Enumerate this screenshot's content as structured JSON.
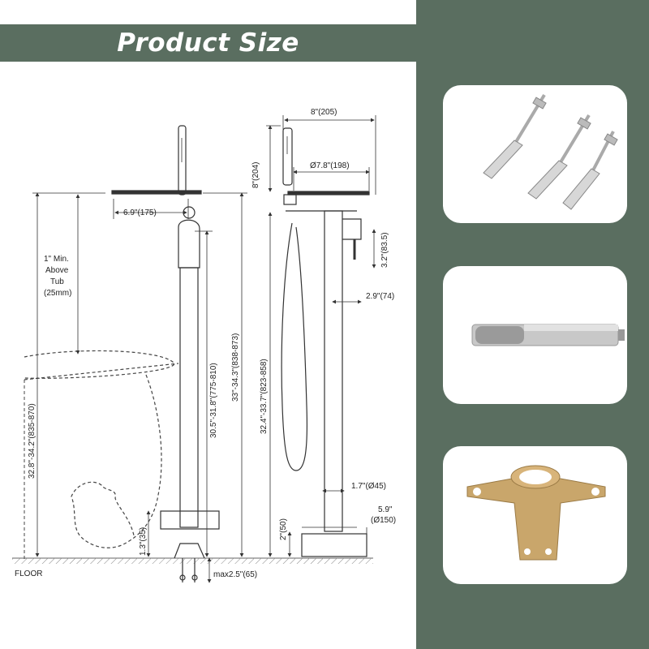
{
  "banner": {
    "title": "Product Size"
  },
  "dimensions": {
    "d1": "8\"(205)",
    "d2": "8\"(204)",
    "d3": "Ø7.8\"(198)",
    "d4": "6.9\"(175)",
    "d5": "3.2\"(83.5)",
    "d6": "2.9\"(74)",
    "d7": "1.7\"(Ø45)",
    "d8_line1": "5.9\"",
    "d8_line2": "(Ø150)",
    "d9": "2\"(50)",
    "d10": "1.3\"(35)",
    "d11": "max2.5\"(65)",
    "h1": "32.8\"-34.2\"(835-870)",
    "h2": "30.5\"-31.8\"(775-810)",
    "h3": "33\"-34.3\"(838-873)",
    "h4": "32.4\"-33.7\"(823-858)"
  },
  "tub_note": {
    "line1": "1\" Min.",
    "line2": "Above",
    "line3": "Tub",
    "line4": "(25mm)"
  },
  "floor_label": "FLOOR",
  "accessories": [
    {
      "name": "expansion-bolts"
    },
    {
      "name": "hand-shower-head"
    },
    {
      "name": "mounting-base"
    }
  ],
  "colors": {
    "accent": "#5a6e60",
    "line": "#555555"
  }
}
